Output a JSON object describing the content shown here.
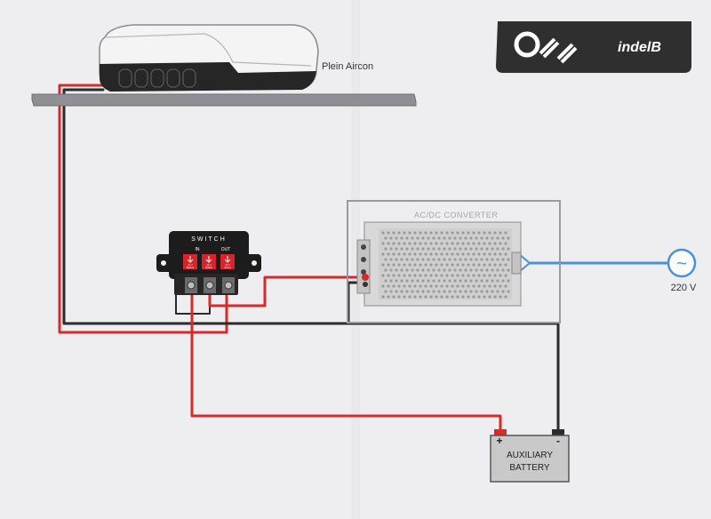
{
  "colors": {
    "paper": "#eeeef0",
    "wire_red": "#d62b2b",
    "wire_black": "#2b2b2b",
    "wire_blue": "#4a90d9",
    "switch_body": "#1c1c1c",
    "fuse_red": "#d8232a",
    "converter_body": "#dcdcdc",
    "battery_body": "#c9c9c9",
    "logo_dark": "#2e2e2e"
  },
  "aircon": {
    "label": "Plein Aircon"
  },
  "logo": {
    "brand": "indelB",
    "mark": "OFF"
  },
  "converter": {
    "label": "AC/DC CONVERTER"
  },
  "switch": {
    "title": "SWITCH",
    "in_label": "IN",
    "out_label": "OUT",
    "fuses": [
      {
        "top": "12 V",
        "bottom": "Battery"
      },
      {
        "top": "12 V",
        "bottom": "AC/DC"
      },
      {
        "top": "12 V",
        "bottom": "Aircon"
      }
    ]
  },
  "mains": {
    "symbol": "~",
    "label": "220 V"
  },
  "battery": {
    "label_line1": "AUXILIARY",
    "label_line2": "BATTERY",
    "plus": "+",
    "minus": "-"
  }
}
